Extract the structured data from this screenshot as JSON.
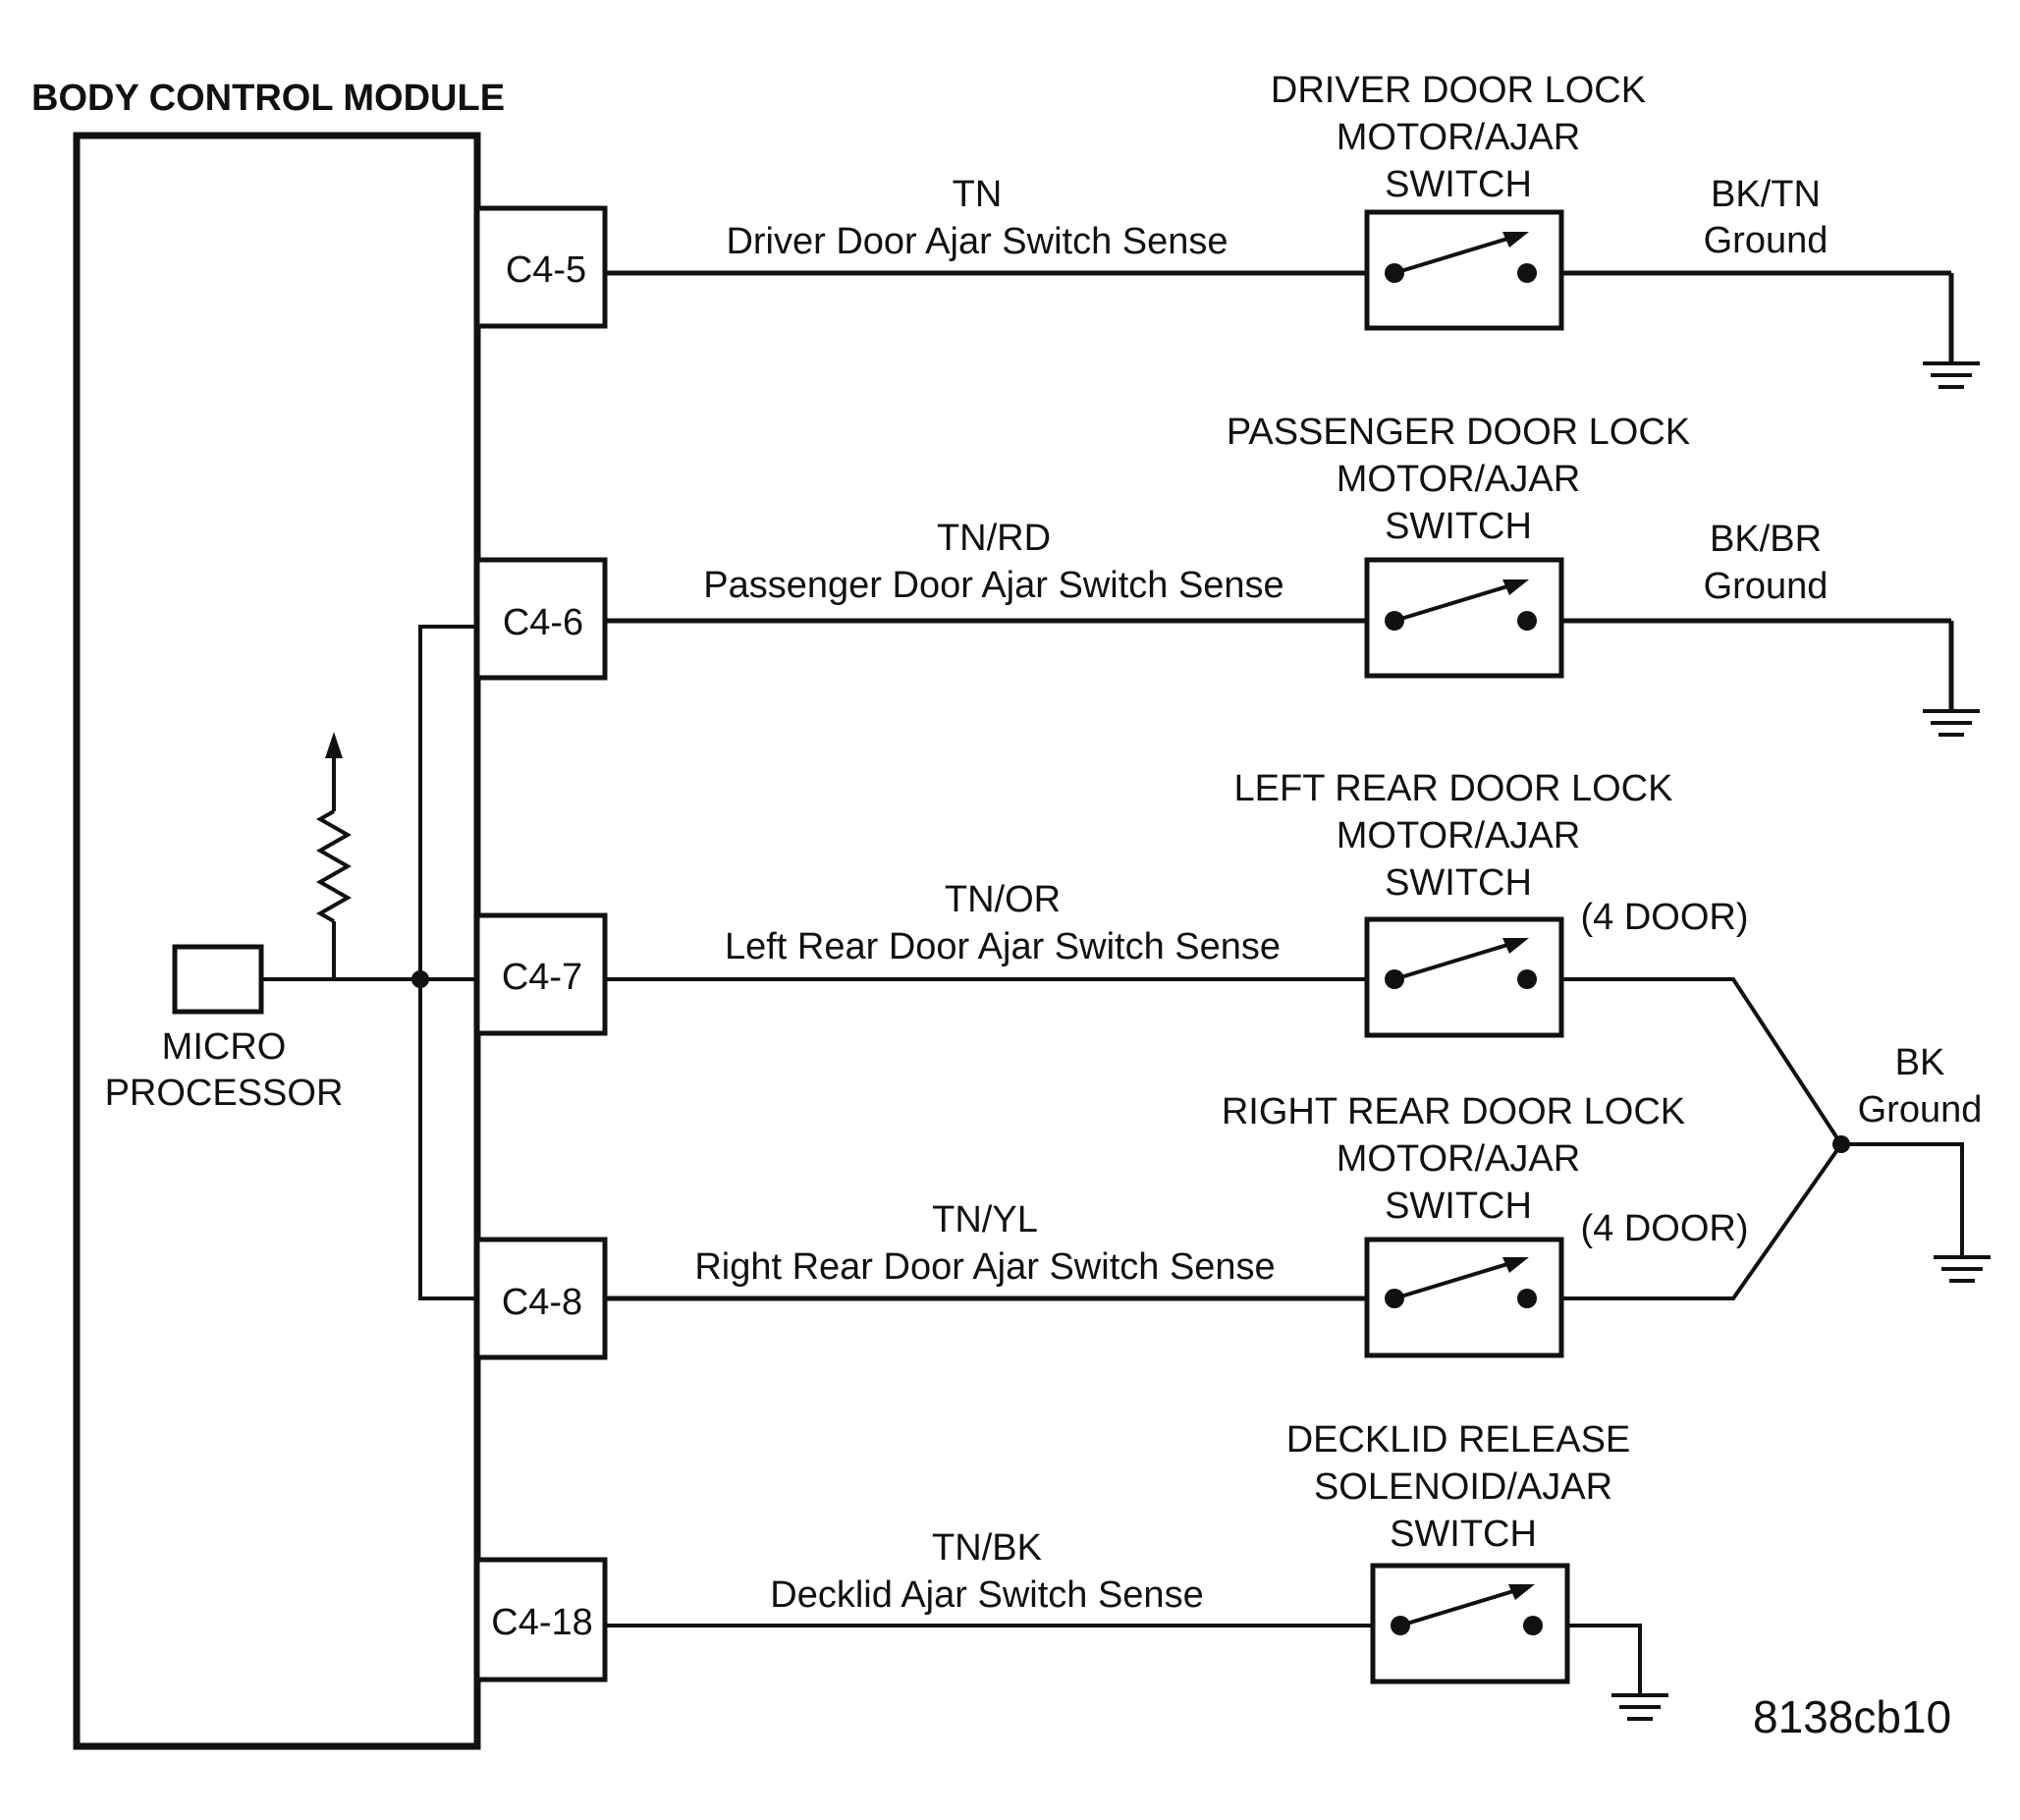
{
  "module": {
    "title": "BODY CONTROL MODULE",
    "micro_label_line1": "MICRO",
    "micro_label_line2": "PROCESSOR"
  },
  "circuits": [
    {
      "pin": "C4-5",
      "wire_color": "TN",
      "signal": "Driver Door Ajar Switch Sense",
      "switch_lines": [
        "DRIVER DOOR LOCK",
        "MOTOR/AJAR",
        "SWITCH"
      ],
      "ground_color": "BK/TN",
      "ground_label": "Ground"
    },
    {
      "pin": "C4-6",
      "wire_color": "TN/RD",
      "signal": "Passenger Door Ajar Switch Sense",
      "switch_lines": [
        "PASSENGER DOOR LOCK",
        "MOTOR/AJAR",
        "SWITCH"
      ],
      "ground_color": "BK/BR",
      "ground_label": "Ground"
    },
    {
      "pin": "C4-7",
      "wire_color": "TN/OR",
      "signal": "Left Rear Door Ajar Switch Sense",
      "switch_lines": [
        "LEFT REAR DOOR LOCK",
        "MOTOR/AJAR",
        "SWITCH"
      ],
      "note": "(4 DOOR)"
    },
    {
      "pin": "C4-8",
      "wire_color": "TN/YL",
      "signal": "Right Rear Door Ajar Switch Sense",
      "switch_lines": [
        "RIGHT REAR DOOR LOCK",
        "MOTOR/AJAR",
        "SWITCH"
      ],
      "note": "(4 DOOR)"
    },
    {
      "pin": "C4-18",
      "wire_color": "TN/BK",
      "signal": "Decklid Ajar Switch Sense",
      "switch_lines": [
        "DECKLID RELEASE",
        "SOLENOID/AJAR",
        "SWITCH"
      ]
    }
  ],
  "rear_ground": {
    "color": "BK",
    "label": "Ground"
  },
  "figure_id": "8138cb10"
}
